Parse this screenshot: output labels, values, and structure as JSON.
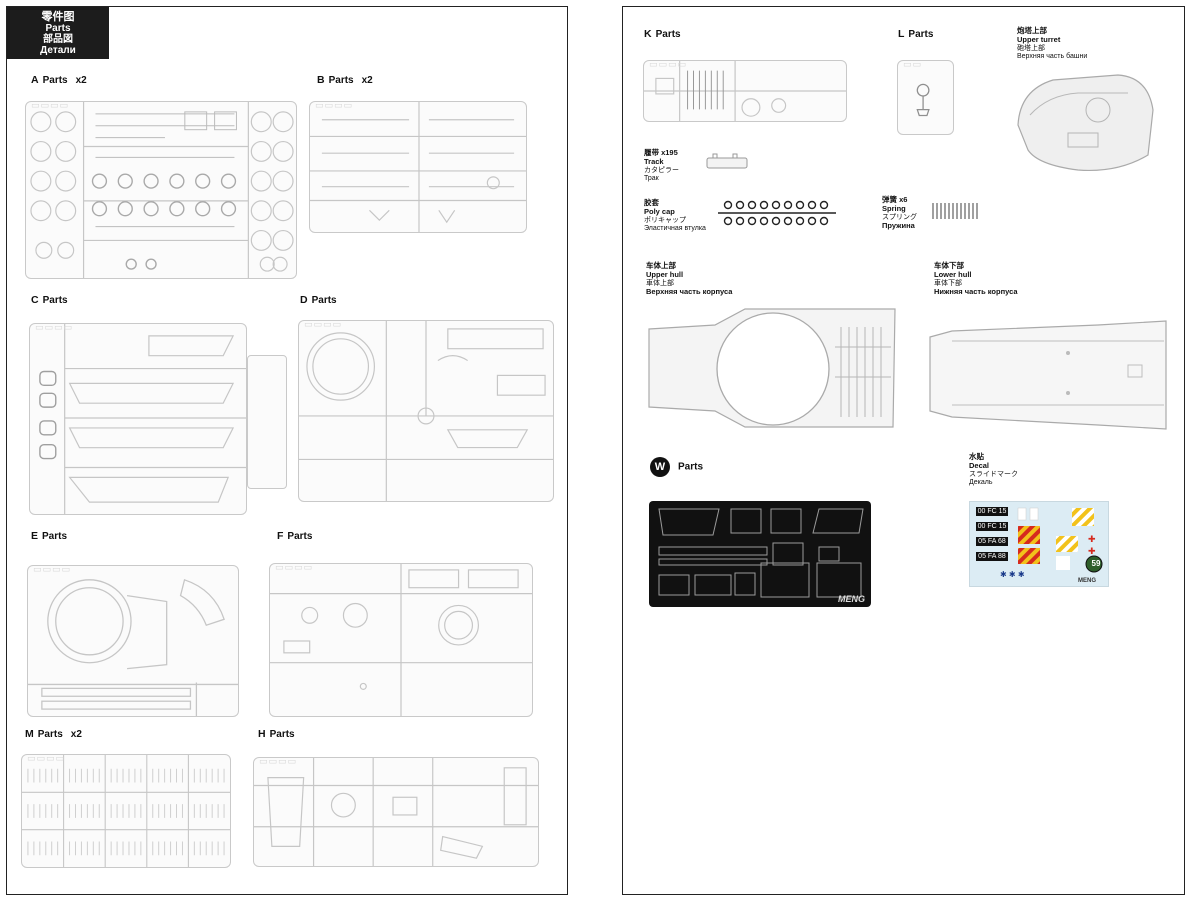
{
  "header": {
    "lines": [
      "零件图",
      "Parts",
      "部品図",
      "Детали"
    ]
  },
  "left_sections": [
    {
      "letter": "A",
      "word": "Parts",
      "mult": "x2"
    },
    {
      "letter": "B",
      "word": "Parts",
      "mult": "x2"
    },
    {
      "letter": "C",
      "word": "Parts",
      "mult": ""
    },
    {
      "letter": "D",
      "word": "Parts",
      "mult": ""
    },
    {
      "letter": "E",
      "word": "Parts",
      "mult": ""
    },
    {
      "letter": "F",
      "word": "Parts",
      "mult": ""
    },
    {
      "letter": "M",
      "word": "Parts",
      "mult": "x2"
    },
    {
      "letter": "H",
      "word": "Parts",
      "mult": ""
    }
  ],
  "right_sections": {
    "k": {
      "letter": "K",
      "word": "Parts"
    },
    "l": {
      "letter": "L",
      "word": "Parts"
    },
    "w": {
      "letter": "W",
      "word": "Parts"
    }
  },
  "upper_turret": {
    "lines": [
      "炮塔上部",
      "Upper turret",
      "砲塔上部",
      "Верхняя часть башни"
    ]
  },
  "track": {
    "lines": [
      "履带 x195",
      "Track",
      "カタピラー",
      "Трак"
    ]
  },
  "poly_cap": {
    "lines": [
      "胶套",
      "Poly cap",
      "ポリキャップ",
      "Эластичная втулка"
    ]
  },
  "spring": {
    "lines": [
      "弹簧 x6",
      "Spring",
      "スプリング",
      "Пружина"
    ]
  },
  "upper_hull": {
    "lines": [
      "车体上部",
      "Upper hull",
      "車体上部",
      "Верхняя часть корпуса"
    ]
  },
  "lower_hull": {
    "lines": [
      "车体下部",
      "Lower hull",
      "車体下部",
      "Нижняя часть корпуса"
    ]
  },
  "decal": {
    "lines": [
      "水贴",
      "Decal",
      "スライドマーク",
      "Декаль"
    ],
    "plates": [
      "00 FC 15",
      "00 FC 15",
      "05 FA 68",
      "05 FA 88"
    ],
    "number": "59",
    "brand": "MENG"
  },
  "pe_brand": "MENG",
  "colors": {
    "dark": "#1c1c1c",
    "sprue": "#c9c9c9",
    "decal_bg": "#dcecf4",
    "chevron_red": "#d62a1e",
    "chevron_yellow": "#f2c21b"
  }
}
